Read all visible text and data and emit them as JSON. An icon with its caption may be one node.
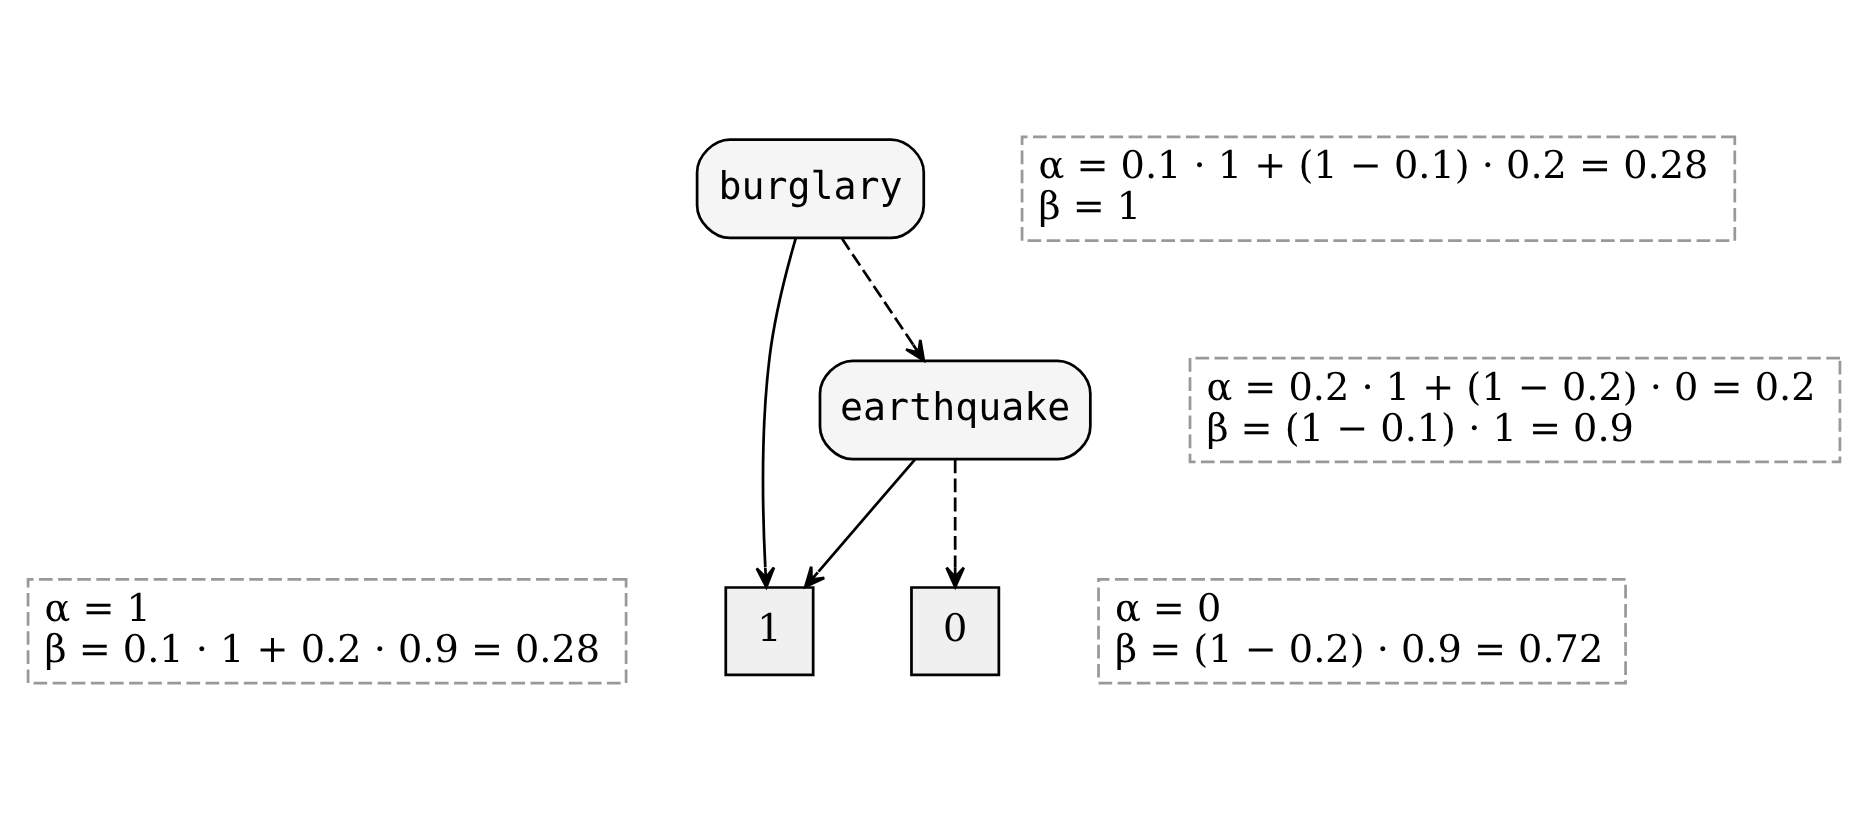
{
  "diagram": {
    "nodes": [
      {
        "text": [
          "burglary"
        ]
      },
      {
        "text": [
          "α = 0.1 · 1 + (1 − 0.1) · 0.2 = 0.28",
          "β = 1"
        ]
      },
      {
        "text": [
          "earthquake"
        ]
      },
      {
        "text": [
          "α = 0.2 · 1 + (1 − 0.2) · 0 = 0.2",
          "β = (1 − 0.1) · 1 = 0.9"
        ]
      },
      {
        "text": [
          "α = 1",
          "β = 0.1 · 1 + 0.2 · 0.9 = 0.28"
        ]
      },
      {
        "text": [
          "1"
        ]
      },
      {
        "text": [
          "0"
        ]
      },
      {
        "text": [
          "α = 0",
          "β = (1 − 0.2) · 0.9 = 0.72"
        ]
      }
    ],
    "edges": [
      {
        "from": 0,
        "to": 5,
        "arrow": "to"
      },
      {
        "from": 0,
        "to": 2,
        "arrow": "to",
        "style": "dashed"
      },
      {
        "from": 2,
        "to": 5,
        "arrow": "to"
      },
      {
        "from": 2,
        "to": 6,
        "arrow": "to",
        "style": "dashed"
      }
    ]
  }
}
